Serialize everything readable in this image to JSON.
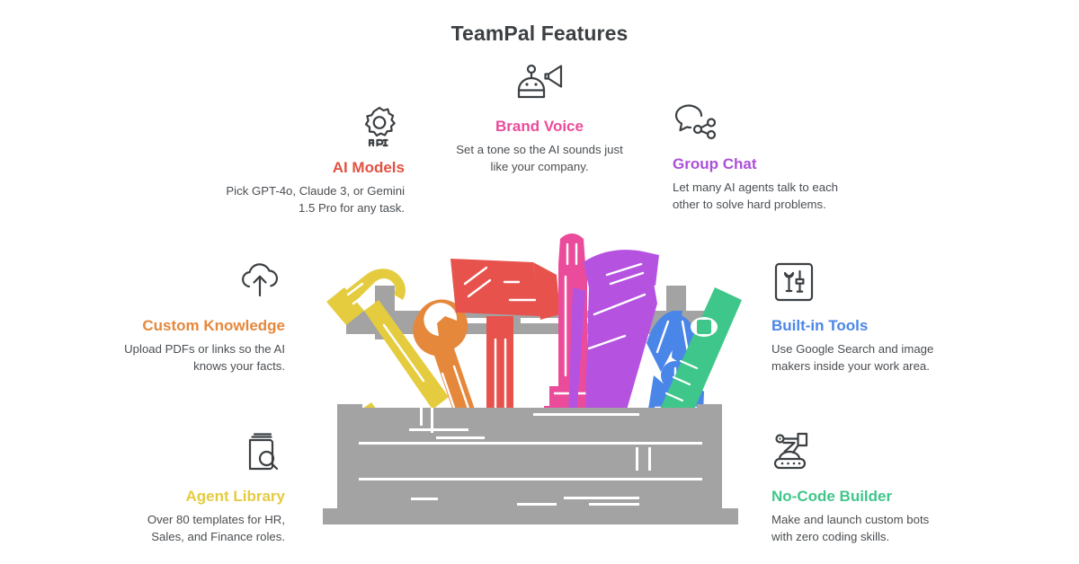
{
  "header": {
    "title": "TeamPal Features"
  },
  "colors": {
    "title": "#3c4043",
    "body_text": "#4a4e52",
    "ai_models": "#e15241",
    "brand_voice": "#ea4c9b",
    "group_chat": "#ab51d8",
    "custom_knowledge": "#e5883c",
    "agent_library": "#e5cc3f",
    "builtin_tools": "#4a86e8",
    "nocode_builder": "#3fc68a",
    "icon_stroke": "#3c4043",
    "toolbox_body": "#a3a3a3",
    "background": "#ffffff"
  },
  "features": [
    {
      "id": "ai-models",
      "icon": "gear-api-icon",
      "title": "AI Models",
      "description": "Pick GPT-4o, Claude 3, or Gemini 1.5 Pro for any task.",
      "color": "#e15241",
      "align": "right"
    },
    {
      "id": "brand-voice",
      "icon": "robot-megaphone-icon",
      "title": "Brand Voice",
      "description": "Set a tone so the AI sounds just like your company.",
      "color": "#ea4c9b",
      "align": "center"
    },
    {
      "id": "group-chat",
      "icon": "chat-bubble-share-icon",
      "title": "Group Chat",
      "description": "Let many AI agents talk to each other to solve hard problems.",
      "color": "#ab51d8",
      "align": "left"
    },
    {
      "id": "custom-knowledge",
      "icon": "cloud-upload-icon",
      "title": "Custom Knowledge",
      "description": "Upload PDFs or links so the AI knows your facts.",
      "color": "#e5883c",
      "align": "right"
    },
    {
      "id": "agent-library",
      "icon": "book-search-icon",
      "title": "Agent Library",
      "description": "Over 80 templates for HR, Sales, and Finance roles.",
      "color": "#e5cc3f",
      "align": "right"
    },
    {
      "id": "builtin-tools",
      "icon": "toolbox-wrench-screwdriver-icon",
      "title": "Built-in Tools",
      "description": "Use Google Search and image makers inside your work area.",
      "color": "#4a86e8",
      "align": "left"
    },
    {
      "id": "nocode-builder",
      "icon": "robot-arm-conveyor-icon",
      "title": "No-Code Builder",
      "description": "Make and launch custom bots with zero coding skills.",
      "color": "#3fc68a",
      "align": "left"
    }
  ],
  "illustration": {
    "name": "toolbox-with-tools-illustration",
    "tools": [
      {
        "name": "hammer",
        "color": "#e5cc3f"
      },
      {
        "name": "wrench",
        "color": "#e5883c"
      },
      {
        "name": "mallet",
        "color": "#e8524d"
      },
      {
        "name": "paint-brush",
        "color": "#ea4c9b"
      },
      {
        "name": "hand-saw",
        "color": "#b553e0"
      },
      {
        "name": "pliers",
        "color": "#4a86e8"
      },
      {
        "name": "spirit-level",
        "color": "#3fc68a"
      }
    ],
    "box_color": "#a3a3a3"
  }
}
